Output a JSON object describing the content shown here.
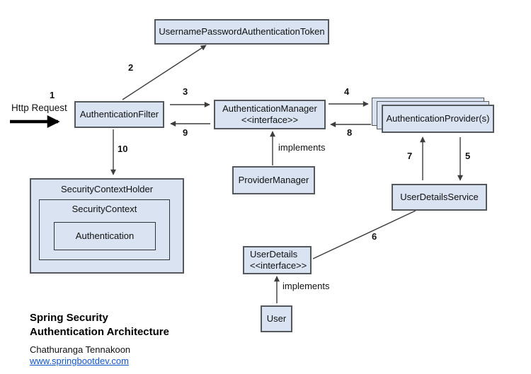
{
  "diagram": {
    "http_request": {
      "number": "1",
      "label": "Http Request"
    },
    "boxes": {
      "token": {
        "label": "UsernamePasswordAuthenticationToken"
      },
      "filter": {
        "label": "AuthenticationFilter"
      },
      "manager": {
        "line1": "AuthenticationManager",
        "line2": "<<interface>>"
      },
      "providers": {
        "label": "AuthenticationProvider(s)"
      },
      "provider_manager": {
        "label": "ProviderManager"
      },
      "security_context_holder": {
        "label": "SecurityContextHolder"
      },
      "security_context": {
        "label": "SecurityContext"
      },
      "authentication": {
        "label": "Authentication"
      },
      "user_details_service": {
        "label": "UserDetailsService"
      },
      "user_details": {
        "line1": "UserDetails",
        "line2": "<<interface>>"
      },
      "user": {
        "label": "User"
      }
    },
    "edge_labels": {
      "n2": "2",
      "n3": "3",
      "n4": "4",
      "n5": "5",
      "n6": "6",
      "n7": "7",
      "n8": "8",
      "n9": "9",
      "n10": "10",
      "implements_manager": "implements",
      "implements_user_details": "implements"
    },
    "footer": {
      "title_line1": "Spring Security",
      "title_line2": "Authentication Architecture",
      "author": "Chathuranga Tennakoon",
      "link": "www.springbootdev.com"
    },
    "colors": {
      "box_fill": "#d9e3f1",
      "box_border": "#55585c",
      "link_color": "#1155cc",
      "line_color": "#3d3d3d"
    }
  }
}
